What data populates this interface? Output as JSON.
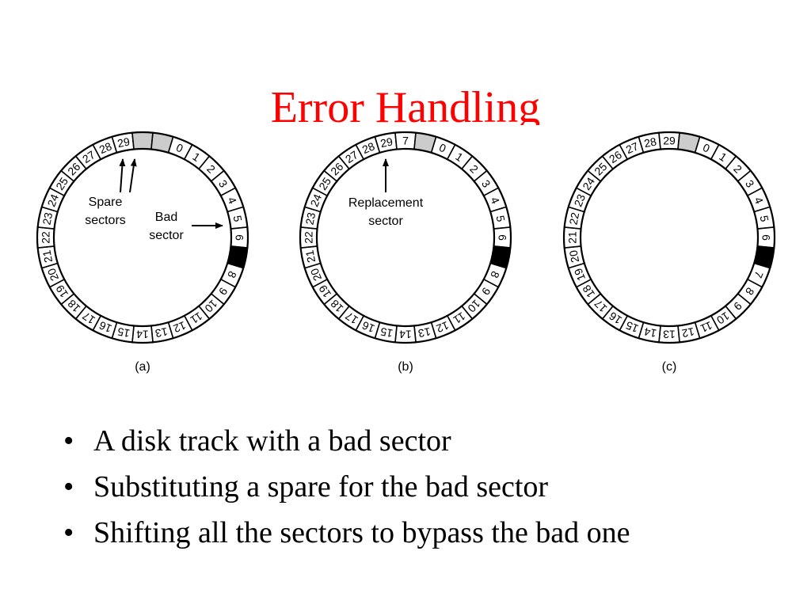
{
  "slide": {
    "title": "Error Handling",
    "bullets": [
      "A disk track with a bad sector",
      "Substituting a spare for the bad sector",
      "Shifting all the sectors to bypass the bad one"
    ],
    "bullet_symbol": "•"
  },
  "colors": {
    "title": "#ff0000",
    "text": "#000000",
    "spare_fill": "#cccccc",
    "bad_fill": "#000000"
  },
  "diagrams": [
    {
      "caption": "(a)",
      "sectors": [
        "0",
        "1",
        "2",
        "3",
        "4",
        "5",
        "6",
        "BAD",
        "8",
        "9",
        "10",
        "11",
        "12",
        "13",
        "14",
        "15",
        "16",
        "17",
        "18",
        "19",
        "20",
        "21",
        "22",
        "23",
        "24",
        "25",
        "26",
        "27",
        "28",
        "29",
        "SPARE",
        "SPARE"
      ],
      "annotations": [
        {
          "lines": [
            "Spare",
            "sectors"
          ]
        },
        {
          "lines": [
            "Bad",
            "sector"
          ]
        }
      ]
    },
    {
      "caption": "(b)",
      "sectors": [
        "0",
        "1",
        "2",
        "3",
        "4",
        "5",
        "6",
        "BAD",
        "8",
        "9",
        "10",
        "11",
        "12",
        "13",
        "14",
        "15",
        "16",
        "17",
        "18",
        "19",
        "20",
        "21",
        "22",
        "23",
        "24",
        "25",
        "26",
        "27",
        "28",
        "29",
        "7",
        "SPARE"
      ],
      "annotations": [
        {
          "lines": [
            "Replacement",
            "sector"
          ]
        }
      ]
    },
    {
      "caption": "(c)",
      "sectors": [
        "0",
        "1",
        "2",
        "3",
        "4",
        "5",
        "6",
        "BAD",
        "7",
        "8",
        "9",
        "10",
        "11",
        "12",
        "13",
        "14",
        "15",
        "16",
        "17",
        "18",
        "19",
        "20",
        "21",
        "22",
        "23",
        "24",
        "25",
        "26",
        "27",
        "28",
        "29",
        "SPARE"
      ],
      "annotations": []
    }
  ]
}
